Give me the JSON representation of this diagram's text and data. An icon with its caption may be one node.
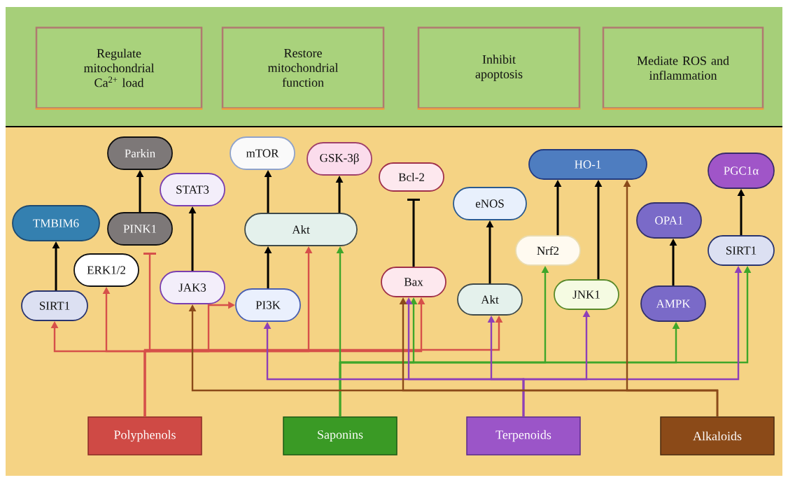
{
  "diagram": {
    "nodes": [
      {
        "text": [
          "Regulate mitochondrial Ca$^{2+}$ load"
        ]
      },
      {
        "text": [
          "Restore mitochondrial function"
        ]
      },
      {
        "text": [
          "Inhibit apoptosis"
        ]
      },
      {
        "text": [
          "Mediate ROS and inflammation"
        ]
      },
      {
        "text": [
          "Polyphenols"
        ]
      },
      {
        "text": [
          "Saponins"
        ]
      },
      {
        "text": [
          "Terpenoids"
        ]
      },
      {
        "text": [
          "Alkaloids"
        ]
      },
      {
        "text": [
          "Parkin"
        ]
      },
      {
        "text": [
          "TMBIM6"
        ]
      },
      {
        "text": [
          "PINK1"
        ]
      },
      {
        "text": [
          "STAT3"
        ]
      },
      {
        "text": [
          "ERK1/2"
        ]
      },
      {
        "text": [
          "SIRT1"
        ]
      },
      {
        "text": [
          "JAK3"
        ]
      },
      {
        "text": [
          "mTOR"
        ]
      },
      {
        "text": [
          "GSK-3β"
        ]
      },
      {
        "text": [
          "Akt"
        ]
      },
      {
        "text": [
          "PI3K"
        ]
      },
      {
        "text": [
          "Bcl-2"
        ]
      },
      {
        "text": [
          "Bax"
        ]
      },
      {
        "text": [
          "eNOS"
        ]
      },
      {
        "text": [
          "Akt"
        ]
      },
      {
        "text": [
          "HO-1"
        ]
      },
      {
        "text": [
          "Nrf2"
        ]
      },
      {
        "text": [
          "JNK1"
        ]
      },
      {
        "text": [
          "OPA1"
        ]
      },
      {
        "text": [
          "AMPK"
        ]
      },
      {
        "text": [
          "PGC1α"
        ]
      },
      {
        "text": [
          "SIRT1"
        ]
      }
    ],
    "edges": [
      {
        "from": 10,
        "to": 8,
        "arrow": "to"
      },
      {
        "from": 13,
        "to": 9,
        "arrow": "to"
      },
      {
        "from": 14,
        "to": 11,
        "arrow": "to"
      },
      {
        "from": 18,
        "to": 17,
        "arrow": "to"
      },
      {
        "from": 17,
        "to": 15,
        "arrow": "to"
      },
      {
        "from": 17,
        "to": 16,
        "arrow": "to"
      },
      {
        "from": 20,
        "to": 19,
        "arrow": "other"
      },
      {
        "from": 22,
        "to": 21,
        "arrow": "to"
      },
      {
        "from": 24,
        "to": 23,
        "arrow": "to"
      },
      {
        "from": 25,
        "to": 23,
        "arrow": "to"
      },
      {
        "from": 27,
        "to": 26,
        "arrow": "to"
      },
      {
        "from": 29,
        "to": 28,
        "arrow": "to"
      },
      {
        "from": 4,
        "to": 13,
        "arrow": "to",
        "color": "#d6504a"
      },
      {
        "from": 4,
        "to": 12,
        "arrow": "to",
        "color": "#d6504a"
      },
      {
        "from": 4,
        "to": 10,
        "arrow": "other",
        "color": "#d6504a"
      },
      {
        "from": 4,
        "to": 18,
        "arrow": "to",
        "color": "#d6504a"
      },
      {
        "from": 4,
        "to": 17,
        "arrow": "to",
        "color": "#d6504a"
      },
      {
        "from": 4,
        "to": 20,
        "arrow": "to",
        "color": "#d6504a"
      },
      {
        "from": 4,
        "to": 22,
        "arrow": "to",
        "color": "#d6504a"
      },
      {
        "from": 5,
        "to": 17,
        "arrow": "to",
        "color": "#3fa62a"
      },
      {
        "from": 5,
        "to": 20,
        "arrow": "to",
        "color": "#3fa62a"
      },
      {
        "from": 5,
        "to": 24,
        "arrow": "to",
        "color": "#3fa62a"
      },
      {
        "from": 5,
        "to": 27,
        "arrow": "to",
        "color": "#3fa62a"
      },
      {
        "from": 5,
        "to": 29,
        "arrow": "to",
        "color": "#3fa62a"
      },
      {
        "from": 6,
        "to": 18,
        "arrow": "to",
        "color": "#8e3fb8"
      },
      {
        "from": 6,
        "to": 20,
        "arrow": "to",
        "color": "#8e3fb8"
      },
      {
        "from": 6,
        "to": 22,
        "arrow": "to",
        "color": "#8e3fb8"
      },
      {
        "from": 6,
        "to": 25,
        "arrow": "to",
        "color": "#8e3fb8"
      },
      {
        "from": 6,
        "to": 29,
        "arrow": "to",
        "color": "#8e3fb8"
      },
      {
        "from": 7,
        "to": 14,
        "arrow": "to",
        "color": "#8b4a1a"
      },
      {
        "from": 7,
        "to": 20,
        "arrow": "to",
        "color": "#8b4a1a"
      },
      {
        "from": 7,
        "to": 23,
        "arrow": "to",
        "color": "#8b4a1a"
      }
    ]
  }
}
